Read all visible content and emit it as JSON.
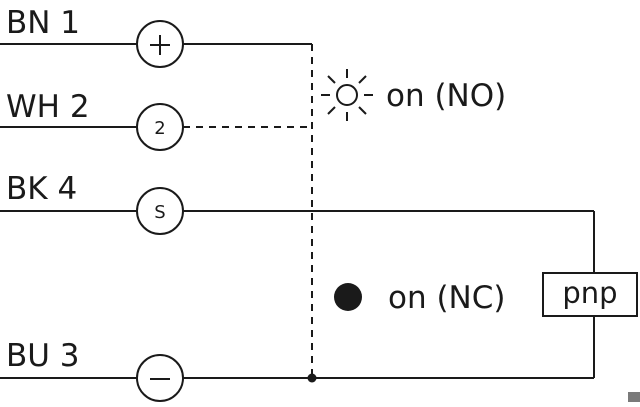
{
  "wires": [
    {
      "label": "BN 1",
      "terminal_mark": "+"
    },
    {
      "label": "WH 2",
      "terminal_mark": "2"
    },
    {
      "label": "BK 4",
      "terminal_mark": "S"
    },
    {
      "label": "BU 3",
      "terminal_mark": "−"
    }
  ],
  "indicators": {
    "no_label": "on (NO)",
    "nc_label": "on (NC)"
  },
  "output_box": {
    "label": "pnp"
  }
}
